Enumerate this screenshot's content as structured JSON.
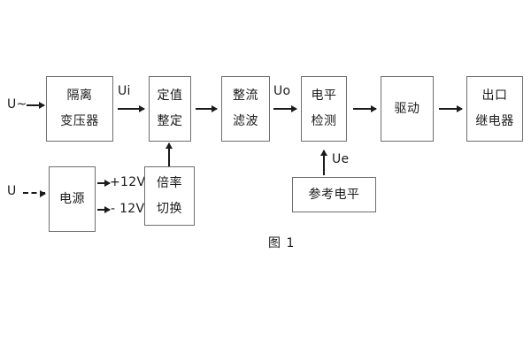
{
  "figure": {
    "caption": "图 1",
    "boxes": {
      "isolation_transformer": {
        "line1": "隔离",
        "line2": "变压器"
      },
      "setting_value": {
        "line1": "定值",
        "line2": "整定"
      },
      "rectify_filter": {
        "line1": "整流",
        "line2": "滤波"
      },
      "level_detect": {
        "line1": "电平",
        "line2": "检测"
      },
      "drive": {
        "line1": "驱动"
      },
      "output_relay": {
        "line1": "出口",
        "line2": "继电器"
      },
      "power_supply": {
        "line1": "电源"
      },
      "multiplier_switch": {
        "line1": "倍率",
        "line2": "切换"
      },
      "reference_level": {
        "line1": "参考电平"
      }
    },
    "labels": {
      "input_ac": "U~",
      "input_dc": "U",
      "ui": "Ui",
      "uo": "Uo",
      "ue": "Ue",
      "rail_positive": "+12V",
      "rail_negative": "- 12V"
    },
    "colors": {
      "box_border": "#6e6e72",
      "arrow": "#1b1b1b",
      "text": "#1b1b1b",
      "background": "#ffffff"
    }
  }
}
